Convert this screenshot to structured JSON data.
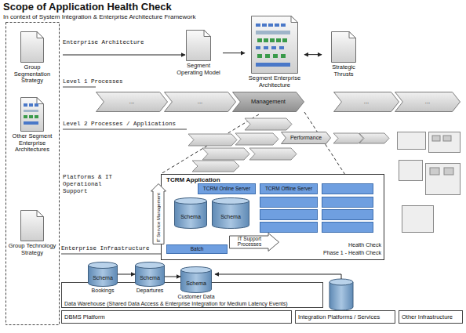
{
  "diagram": {
    "title": "Scope of Application Health Check",
    "nodes": [
      {
        "text": [
          "Segment Operating Model"
        ]
      },
      {
        "text": [
          "Segment Enterprise Architecture"
        ]
      },
      {
        "text": [
          "Strategic Thrusts"
        ]
      },
      {
        "text": [
          "Group Segmentation Strategy"
        ]
      },
      {
        "text": [
          "Other Segment Enterprise Architectures"
        ]
      },
      {
        "text": [
          "..."
        ]
      },
      {
        "text": [
          "..."
        ]
      },
      {
        "text": [
          "Management"
        ]
      },
      {
        "text": [
          "..."
        ]
      },
      {
        "text": [
          "..."
        ]
      },
      {
        "text": [
          "Performance"
        ]
      },
      {
        "text": [
          "TCRM Application"
        ]
      },
      {
        "text": [
          "IT Service Management"
        ],
        "in": 11
      },
      {
        "text": [
          "Schema"
        ],
        "in": 11
      },
      {
        "text": [
          "Schema"
        ],
        "in": 11
      },
      {
        "text": [
          "TCRM Online Server"
        ],
        "in": 11
      },
      {
        "text": [
          "TCRM Offline Server"
        ],
        "in": 11
      },
      {
        "text": [
          "Batch"
        ],
        "in": 11
      },
      {
        "text": [
          "IT Support Processes"
        ],
        "in": 11
      },
      {
        "text": [
          "Group Technology Strategy"
        ]
      },
      {
        "text": [
          "Data Warehouse (Shared Data Access & Enterprise Integration for Medium Latency Events)"
        ]
      },
      {
        "text": [
          "Schema",
          "Bookings"
        ]
      },
      {
        "text": [
          "Schema",
          "Departures"
        ]
      },
      {
        "text": [
          "Schema",
          "Customer Data"
        ]
      },
      {
        "text": [
          "DBMS Platform"
        ]
      },
      {
        "text": [
          "Integration Platforms / Services"
        ]
      },
      {
        "text": [
          "Other Infrastructure"
        ]
      }
    ],
    "edges": [
      {
        "from": 0,
        "to": 1,
        "arrow": "to"
      },
      {
        "from": 1,
        "to": 2,
        "arrow": "both"
      },
      {
        "from": 21,
        "to": 22,
        "arrow": "to"
      },
      {
        "from": 22,
        "to": 23,
        "arrow": "to"
      }
    ],
    "labels": [
      "In context of System Integration & Enterprise Architecture Framework",
      "Enterprise Architecture",
      "Level 1 Processes",
      "Level 2 Processes / Applications",
      "Platforms & IT Operational Support",
      "Enterprise Infrastructure",
      "Health Check",
      "Phase 1 - Health Check"
    ]
  }
}
